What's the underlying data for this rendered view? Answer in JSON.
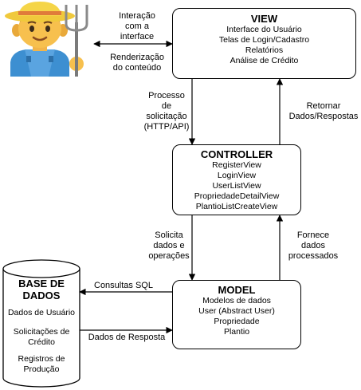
{
  "view": {
    "title": "VIEW",
    "lines": [
      "Interface do Usuário",
      "Telas de Login/Cadastro",
      "Relatórios",
      "Análise de Crédito"
    ]
  },
  "controller": {
    "title": "CONTROLLER",
    "lines": [
      "RegisterView",
      "LoginView",
      "UserListView",
      "PropriedadeDetailView",
      "PlantioListCreateView"
    ]
  },
  "model": {
    "title": "MODEL",
    "lines": [
      "Modelos de dados",
      "User (Abstract User)",
      "Propriedade",
      "Plantio"
    ]
  },
  "database": {
    "title_lines": [
      "BASE DE",
      "DADOS"
    ],
    "items": [
      [
        "Dados de Usuário"
      ],
      [
        "Solicitações de",
        "Crédito"
      ],
      [
        "Registros de",
        "Produção"
      ]
    ]
  },
  "labels": {
    "interaction": [
      "Interação",
      "com a",
      "interface"
    ],
    "rendering": [
      "Renderização",
      "do conteúdo"
    ],
    "process_request": [
      "Processo",
      "de",
      "solicitação",
      "(HTTP/API)"
    ],
    "return_data": [
      "Retornar",
      "Dados/Respostas"
    ],
    "request_ops": [
      "Solicita",
      "dados e",
      "operações"
    ],
    "provide_data": [
      "Fornece",
      "dados",
      "processados"
    ],
    "sql_queries": [
      "Consultas SQL"
    ],
    "response_data": [
      "Dados de Resposta"
    ]
  },
  "icons": {
    "farmer": "farmer-with-pitchfork-icon"
  }
}
